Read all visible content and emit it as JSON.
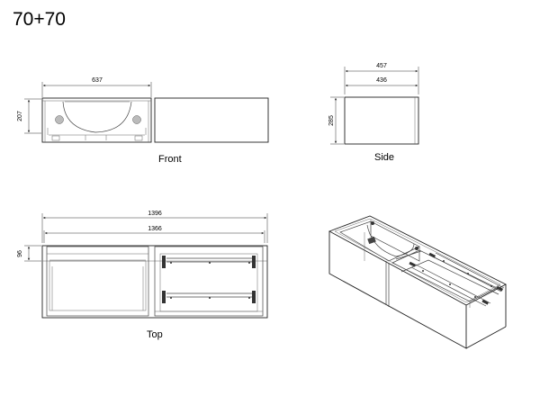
{
  "title": "70+70",
  "views": {
    "front": {
      "label": "Front",
      "dim_width": "637",
      "dim_height": "207"
    },
    "side": {
      "label": "Side",
      "dim_outer": "457",
      "dim_inner": "436",
      "dim_height": "285"
    },
    "top": {
      "label": "Top",
      "dim_outer": "1396",
      "dim_inner": "1366",
      "dim_depth": "96"
    }
  },
  "colors": {
    "line": "#444444",
    "dim_line": "#333333",
    "background": "#ffffff"
  }
}
